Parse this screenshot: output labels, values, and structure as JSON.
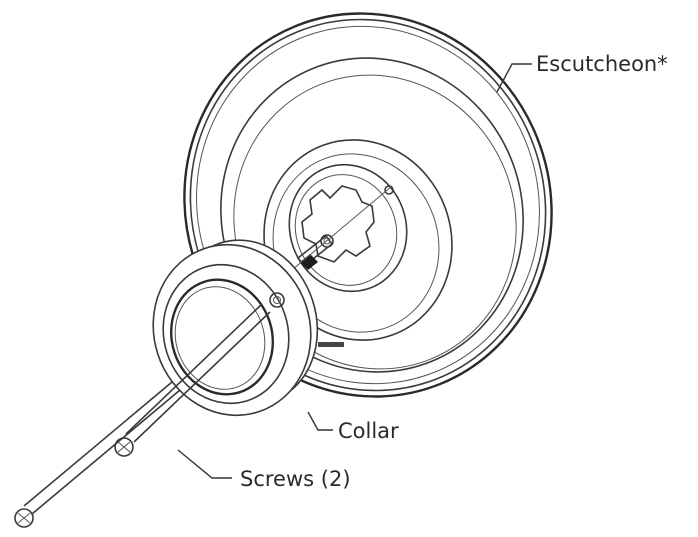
{
  "labels": {
    "escutcheon": "Escutcheon*",
    "collar": "Collar",
    "screws": "Screws (2)"
  },
  "icons": {
    "escutcheon": "escutcheon-plate",
    "collar": "collar-ring",
    "screw": "screw"
  },
  "colors": {
    "line": "#3a3a3a",
    "text": "#2a2a2a",
    "background": "#ffffff"
  }
}
